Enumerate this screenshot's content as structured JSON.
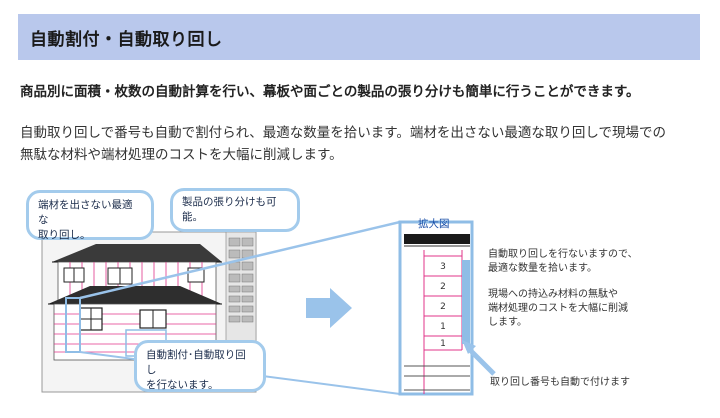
{
  "header": {
    "title": "自動割付・自動取り回し"
  },
  "lead": "商品別に面積・枚数の自動計算を行い、幕板や面ごとの製品の張り分けも簡単に行うことができます。",
  "description": {
    "line1": "自動取り回しで番号も自動で割付られ、最適な数量を拾います。端材を出さない最適な取り回しで現場での",
    "line2": "無駄な材料や端材処理のコストを大幅に削減します。"
  },
  "figure": {
    "bubble1": {
      "line1": "端材を出さない最適な",
      "line2": "取り回し。"
    },
    "bubble2": "製品の張り分けも可能。",
    "bubble3": {
      "line1": "自動割付･自動取り回し",
      "line2": "を行ないます。"
    },
    "zoom_title": "拡大図",
    "panel_numbers": [
      "3",
      "2",
      "2",
      "1",
      "1"
    ],
    "notes": {
      "note1": {
        "line1": "自動取り回しを行ないますので、",
        "line2": "最適な数量を拾います。"
      },
      "note2": {
        "line1": "現場への持込み材料の無駄や",
        "line2": "端材処理のコストを大幅に削減",
        "line3": "します。"
      },
      "note3": "取り回し番号も自動で付けます"
    },
    "colors": {
      "accent_blue": "#a3cbec",
      "arrow": "#9ac3ea",
      "magenta_grid": "#e0348a",
      "header_bg": "#b9c8ec"
    }
  }
}
